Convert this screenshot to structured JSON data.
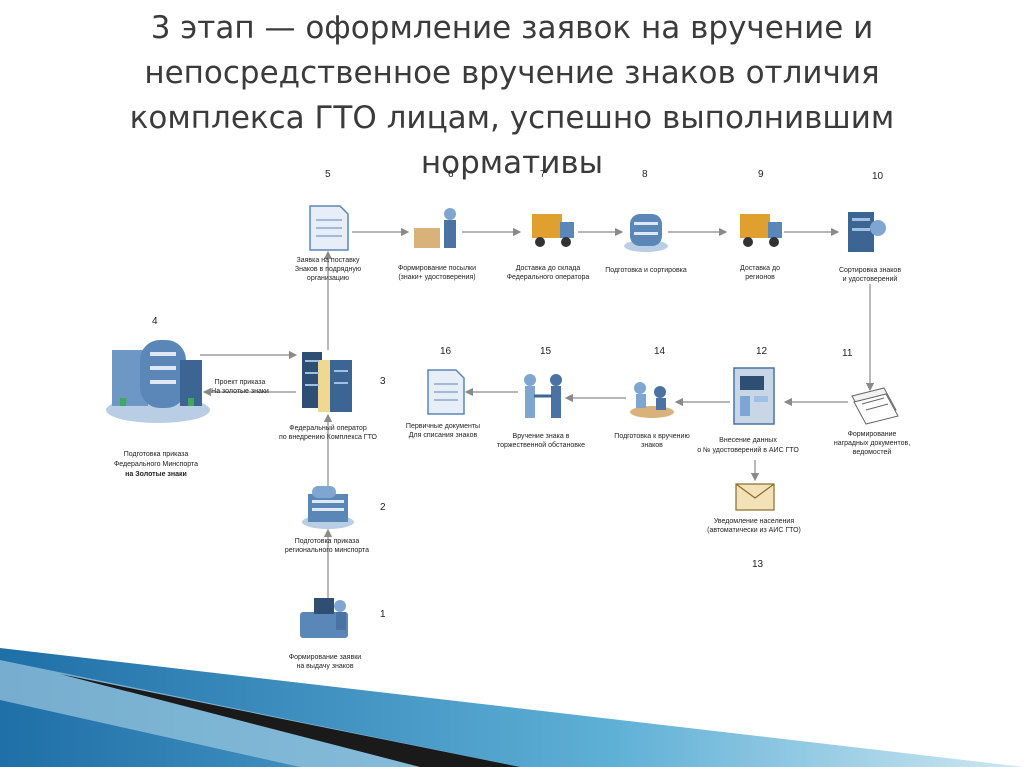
{
  "slide": {
    "title_lines": [
      "3 этап — оформление заявок на вручение и",
      "непосредственное вручение знаков отличия",
      "комплекса ГТО лицам, успешно выполнившим",
      "нормативы"
    ]
  },
  "diagram": {
    "nodes": [
      {
        "num": "1",
        "lines": [
          "Формирование заявки",
          "на выдачу знаков"
        ],
        "icon": "computer-user-icon"
      },
      {
        "num": "2",
        "lines": [
          "Подготовка приказа",
          "регионального минспорта"
        ],
        "icon": "office-building-icon"
      },
      {
        "num": "3",
        "lines": [
          "Федеральный оператор",
          "по внедрению Комплекса ГТО"
        ],
        "icon": "server-icon"
      },
      {
        "num": "4",
        "lines": [
          "Подготовка приказа",
          "Федерального Минспорта",
          "на Золотые знаки"
        ],
        "icon": "ministry-building-icon"
      },
      {
        "num": "5",
        "lines": [
          "Заявка на поставку",
          "Знаков в подрядную",
          "организацию"
        ],
        "icon": "document-icon"
      },
      {
        "num": "6",
        "lines": [
          "Формирование посылки",
          "(знаки+ удостоверения)"
        ],
        "icon": "packing-person-icon"
      },
      {
        "num": "7",
        "lines": [
          "Доставка до склада",
          "Федерального оператора"
        ],
        "icon": "delivery-truck-icon"
      },
      {
        "num": "8",
        "lines": [
          "Подготовка и сортировка"
        ],
        "icon": "warehouse-icon"
      },
      {
        "num": "9",
        "lines": [
          "Доставка до",
          "регионов"
        ],
        "icon": "delivery-truck-icon"
      },
      {
        "num": "10",
        "lines": [
          "Сортировка знаков",
          "и удостоверений"
        ],
        "icon": "sorting-center-icon"
      },
      {
        "num": "11",
        "lines": [
          "Формирование",
          "наградных документов,",
          "ведомостей"
        ],
        "icon": "documents-stack-icon"
      },
      {
        "num": "12",
        "lines": [
          "Внесение данных",
          "о № удостоверений в АИС ГТО"
        ],
        "icon": "terminal-icon"
      },
      {
        "num": "13",
        "lines": [
          "Уведомление населения",
          "(автоматически из АИС ГТО)"
        ],
        "icon": "envelope-icon"
      },
      {
        "num": "14",
        "lines": [
          "Подготовка к вручению",
          "знаков"
        ],
        "icon": "meeting-icon"
      },
      {
        "num": "15",
        "lines": [
          "Вручение знака в",
          "торжественной обстановке"
        ],
        "icon": "handshake-icon"
      },
      {
        "num": "16",
        "lines": [
          "Первичные документы",
          "Для списания знаков"
        ],
        "icon": "document-icon"
      }
    ],
    "edge_label": [
      "Проект приказа",
      "На золотые знаки"
    ],
    "colors": {
      "line": "#8a8a8a",
      "icon_blue": "#5b86b8",
      "icon_dark": "#2e4e74",
      "truck": "#e0a030",
      "accent_green": "#3fa85a"
    }
  }
}
